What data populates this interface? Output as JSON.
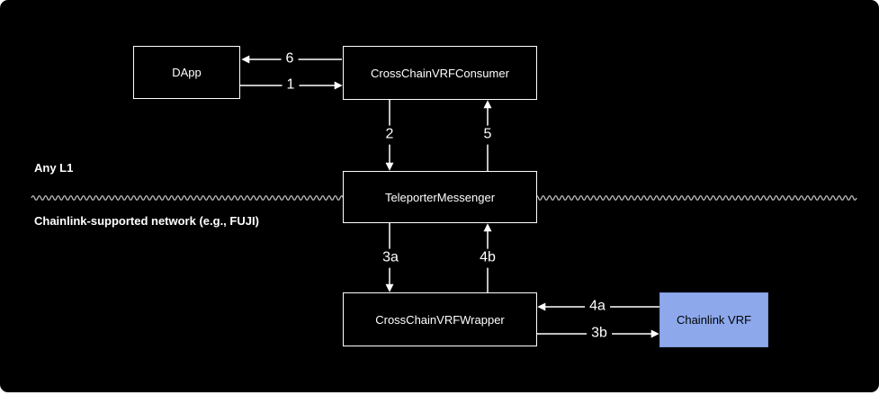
{
  "diagram": {
    "regions": {
      "top_label": "Any L1",
      "bottom_label": "Chainlink-supported network (e.g., FUJI)"
    },
    "nodes": {
      "dapp": {
        "label": "DApp"
      },
      "consumer": {
        "label": "CrossChainVRFConsumer"
      },
      "teleporter": {
        "label": "TeleporterMessenger"
      },
      "wrapper": {
        "label": "CrossChainVRFWrapper"
      },
      "chainlink": {
        "label": "Chainlink VRF"
      }
    },
    "edges": {
      "step1": {
        "label": "1",
        "from": "dapp",
        "to": "consumer"
      },
      "step2": {
        "label": "2",
        "from": "consumer",
        "to": "teleporter"
      },
      "step3a": {
        "label": "3a",
        "from": "teleporter",
        "to": "wrapper"
      },
      "step3b": {
        "label": "3b",
        "from": "wrapper",
        "to": "chainlink"
      },
      "step4a": {
        "label": "4a",
        "from": "chainlink",
        "to": "wrapper"
      },
      "step4b": {
        "label": "4b",
        "from": "wrapper",
        "to": "teleporter"
      },
      "step5": {
        "label": "5",
        "from": "teleporter",
        "to": "consumer"
      },
      "step6": {
        "label": "6",
        "from": "consumer",
        "to": "dapp"
      }
    },
    "colors": {
      "background": "#000000",
      "node_border": "#ffffff",
      "node_text": "#ffffff",
      "arrow": "#ffffff",
      "divider": "#bdbdbd",
      "chainlink_fill": "#8da9ec",
      "chainlink_border": "#7d97d9",
      "chainlink_text": "#000000"
    }
  }
}
